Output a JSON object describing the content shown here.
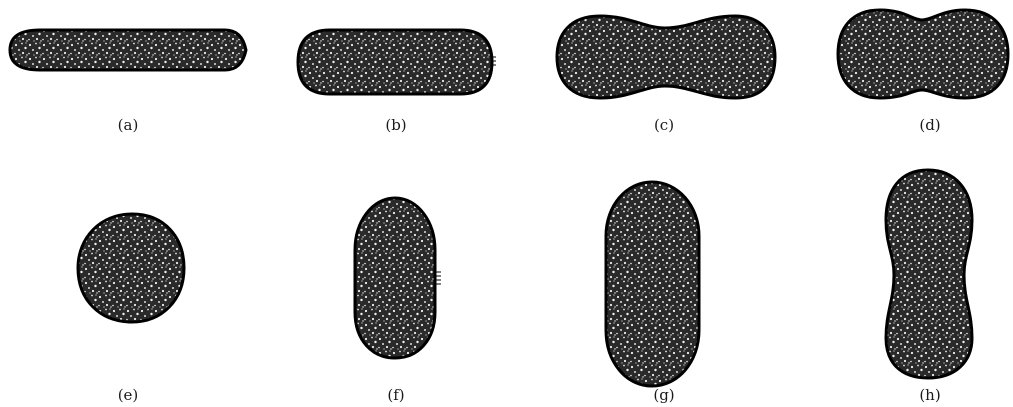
{
  "panels": [
    {
      "caption": "(a)",
      "shape": "elongated-capsule-horizontal"
    },
    {
      "caption": "(b)",
      "shape": "capsule-horizontal"
    },
    {
      "caption": "(c)",
      "shape": "peanut-horizontal"
    },
    {
      "caption": "(d)",
      "shape": "short-peanut-horizontal"
    },
    {
      "caption": "(e)",
      "shape": "round-blob"
    },
    {
      "caption": "(f)",
      "shape": "capsule-vertical"
    },
    {
      "caption": "(g)",
      "shape": "capsule-vertical-tall"
    },
    {
      "caption": "(h)",
      "shape": "peanut-vertical"
    }
  ],
  "colors": {
    "fill": "#2a2a2a",
    "outline": "#000000",
    "speckle": "#f2f2f2",
    "caption": "#1a1a1a"
  }
}
